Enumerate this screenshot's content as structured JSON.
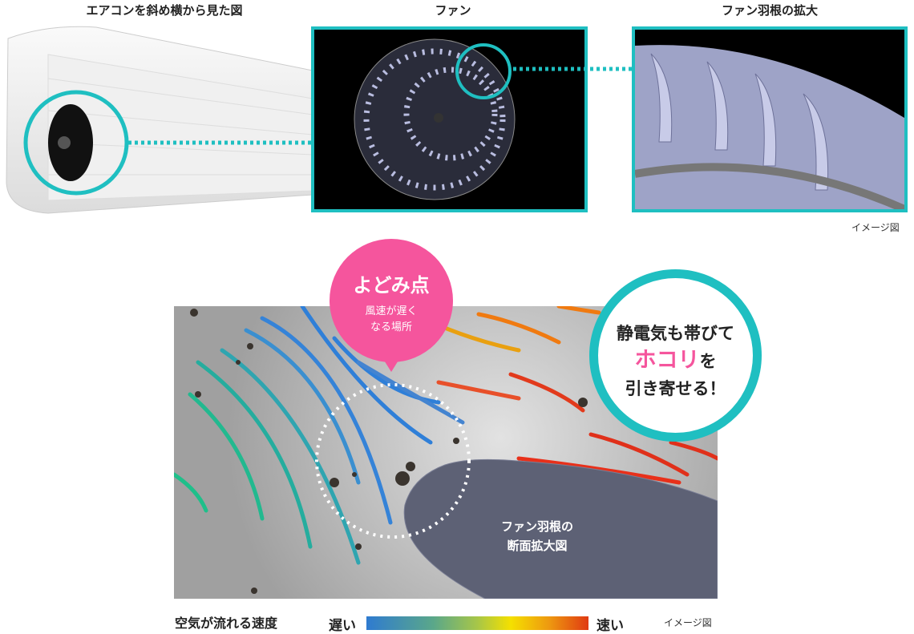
{
  "headings": {
    "ac_side": "エアコンを斜め横から見た図",
    "fan": "ファン",
    "blade_zoom": "ファン羽根の拡大"
  },
  "image_note_top": "イメージ図",
  "bubble": {
    "title": "よどみ点",
    "line1": "風速が遅く",
    "line2": "なる場所",
    "color": "#f5559d"
  },
  "callout": {
    "line1": "静電気も帯びて",
    "highlight": "ホコリ",
    "after_highlight": "を",
    "line3": "引き寄せる！",
    "ring_color": "#1fbfc1"
  },
  "blade_label": {
    "line1": "ファン羽根の",
    "line2": "断面拡大図"
  },
  "legend": {
    "title": "空気が流れる速度",
    "slow": "遅い",
    "fast": "速い",
    "note": "イメージ図"
  }
}
